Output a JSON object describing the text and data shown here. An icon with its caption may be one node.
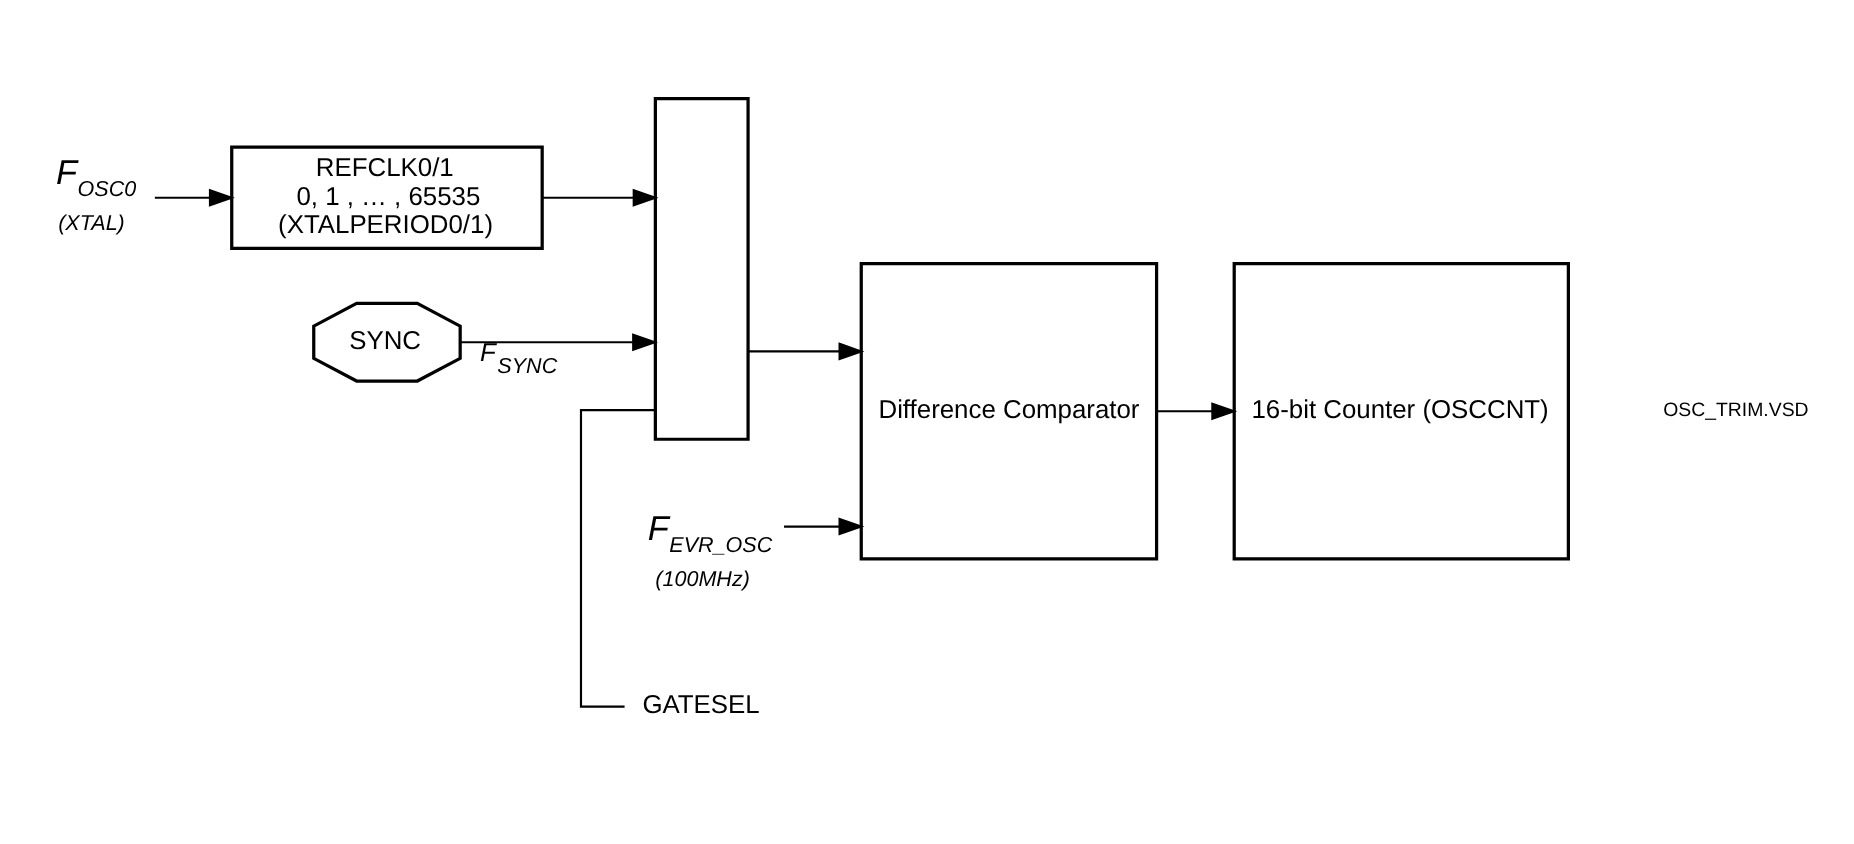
{
  "diagram": {
    "nodes": [
      {
        "text": [
          "F$_{OSC0}$",
          "(XTAL)"
        ]
      },
      {
        "text": [
          "REFCLK0/1",
          "0, 1 , … , 65535",
          "(XTALPERIOD0/1)"
        ]
      },
      {
        "text": [
          "GATESEL"
        ]
      },
      {
        "text": [],
        "shape": "trapezoid"
      },
      {
        "text": [
          "SYNC"
        ]
      },
      {
        "text": [
          "F$_{EVR_OSC}$",
          "(100MHz)"
        ]
      },
      {
        "text": [
          "Difference Comparator"
        ]
      },
      {
        "text": [
          "16-bit Counter (OSCCNT)"
        ]
      }
    ],
    "edges": [
      {
        "from": 0,
        "to": 1,
        "arrow": "to"
      },
      {
        "from": 1,
        "to": 3,
        "arrow": "to"
      },
      {
        "from": 2,
        "to": 3,
        "arrow": "none"
      },
      {
        "from": 4,
        "to": 3,
        "arrow": "to",
        "label": "F$_{SYNC}$"
      },
      {
        "from": 3,
        "to": 6,
        "arrow": "to"
      },
      {
        "from": 5,
        "to": 6,
        "arrow": "to"
      },
      {
        "from": 6,
        "to": 7,
        "arrow": "to"
      }
    ],
    "labels": [
      "OSC_TRIM.VSD"
    ]
  }
}
